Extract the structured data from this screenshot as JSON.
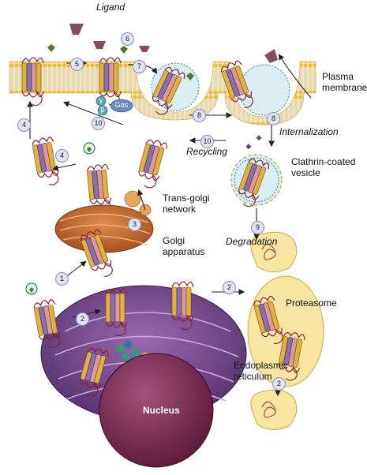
{
  "labels": {
    "ligand": "Ligand",
    "plasma_membrane_line1": "Plasma",
    "plasma_membrane_line2": "membrane",
    "internalization": "Internalization",
    "recycling": "Recycling",
    "clathrin_line1": "Clathrin-coated",
    "clathrin_line2": "vesicle",
    "trans_golgi_line1": "Trans-golgi",
    "trans_golgi_line2": "network",
    "golgi_line1": "Golgi",
    "golgi_line2": "apparatus",
    "degradation": "Degradation",
    "proteasome": "Proteasome",
    "er_line1": "Endoplasmic",
    "er_line2": "reticulum",
    "nucleus": "Nucleus"
  },
  "g_protein": {
    "gamma": "γ",
    "beta": "β",
    "alpha": "Gαs"
  },
  "steps": {
    "s1": "1",
    "s2a": "2",
    "s2b": "2",
    "s2c": "2",
    "s3": "3",
    "s4a": "4",
    "s4b": "4",
    "s5": "5",
    "s6": "6",
    "s7": "7",
    "s8a": "8",
    "s8b": "8",
    "s9": "9",
    "s10a": "10",
    "s10b": "10"
  },
  "colors": {
    "membrane_head": "#f2c44a",
    "membrane_tail": "#e9dcae",
    "golgi": "#c46a2a",
    "er": "#7a4a8c",
    "nucleus": "#7e2b52",
    "proteasome": "#f8e5a2",
    "receptor_purple": "#8a6fb0",
    "receptor_gold": "#e2b040",
    "receptor_pink": "#d99a9a",
    "ligand": "#8a4a5a",
    "loop": "#8a1f2a"
  }
}
